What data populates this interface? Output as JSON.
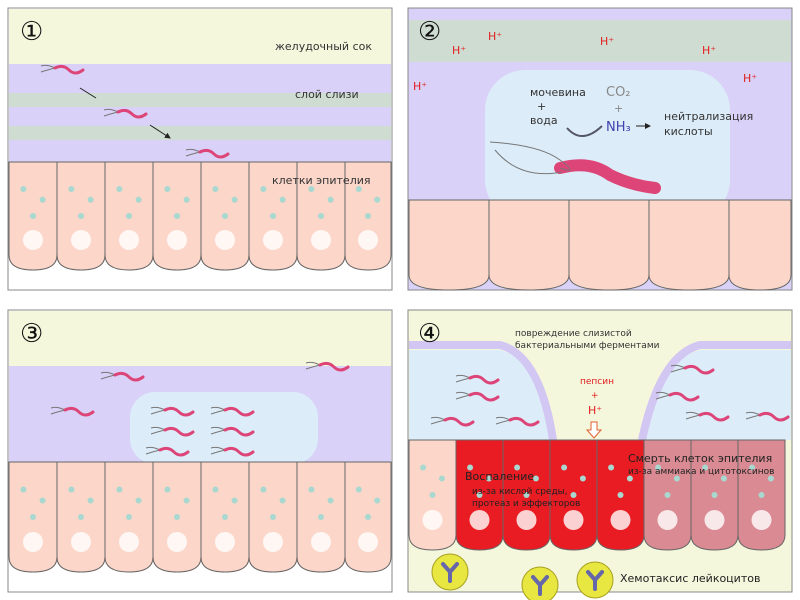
{
  "panels": [
    {
      "number": "①",
      "labels": {
        "gastric_juice": "желудочный сок",
        "mucus_layer": "слой слизи",
        "epithelial_cells": "клетки эпителия"
      }
    },
    {
      "number": "②",
      "h_ion": "H⁺",
      "urea": "мочевина",
      "plus": "+",
      "water": "вода",
      "co2": "CO₂",
      "nh3": "NH₃",
      "neutralization_1": "нейтрализация",
      "neutralization_2": "кислоты"
    },
    {
      "number": "③"
    },
    {
      "number": "④",
      "mucus_damage_1": "повреждение слизистой",
      "mucus_damage_2": "бактериальными ферментами",
      "pepsin": "пепсин",
      "plus": "+",
      "h_ion": "H⁺",
      "inflammation": "Воспаление",
      "inflammation_cause_1": "из-за кислой среды,",
      "inflammation_cause_2": "протеаз и эффекторов",
      "cell_death": "Смерть клеток эпителия",
      "cell_death_cause": "из-за аммиака и цитотоксинов",
      "chemotaxis": "Хемотаксис лейкоцитов"
    }
  ],
  "colors": {
    "gastric_juice": "#f4f7dc",
    "mucus": "#d9d1f7",
    "mucus_stripe": "#cfdcd2",
    "epithelium": "#fbd6c9",
    "bacteria": "#e07ab8",
    "protective_cloud": "#dcecf8",
    "inflamed": "#e81c22",
    "dead_cells": "#d98a92",
    "acid": "#e02020"
  }
}
